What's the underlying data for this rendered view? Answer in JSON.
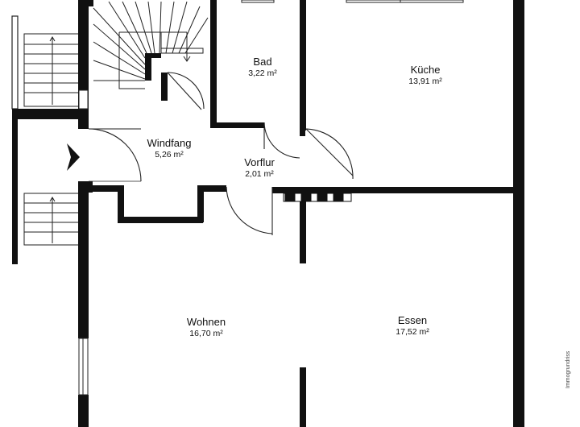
{
  "rooms": [
    {
      "id": "bad",
      "name": "Bad",
      "area": "3,22 m²"
    },
    {
      "id": "kueche",
      "name": "Küche",
      "area": "13,91 m²"
    },
    {
      "id": "windfang",
      "name": "Windfang",
      "area": "5,26 m²"
    },
    {
      "id": "vorflur",
      "name": "Vorflur",
      "area": "2,01 m²"
    },
    {
      "id": "wohnen",
      "name": "Wohnen",
      "area": "16,70 m²"
    },
    {
      "id": "essen",
      "name": "Essen",
      "area": "17,52 m²"
    }
  ],
  "watermark": "Immogrundriss"
}
